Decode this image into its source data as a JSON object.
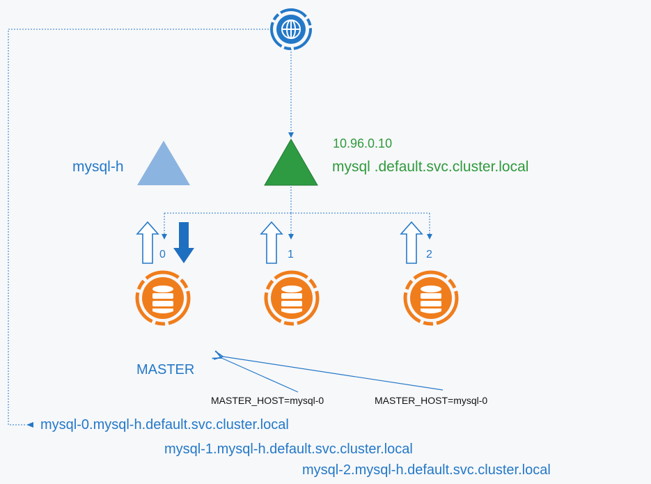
{
  "headless_service": {
    "label": "mysql-h",
    "color": "#8cb4e0"
  },
  "service": {
    "ip": "10.96.0.10",
    "dns": "mysql .default.svc.cluster.local",
    "color": "#2e9b43"
  },
  "pods": [
    {
      "index": "0"
    },
    {
      "index": "1"
    },
    {
      "index": "2"
    }
  ],
  "master_label": "MASTER",
  "replica_configs": [
    "MASTER_HOST=mysql-0",
    "MASTER_HOST=mysql-0"
  ],
  "pod_dns": [
    "mysql-0.mysql-h.default.svc.cluster.local",
    "mysql-1.mysql-h.default.svc.cluster.local",
    "mysql-2.mysql-h.default.svc.cluster.local"
  ],
  "icons": {
    "network": "globe-icon",
    "database": "database-icon"
  },
  "colors": {
    "accent": "#2478c8",
    "db": "#f07d1c",
    "green": "#2f9a3c"
  }
}
